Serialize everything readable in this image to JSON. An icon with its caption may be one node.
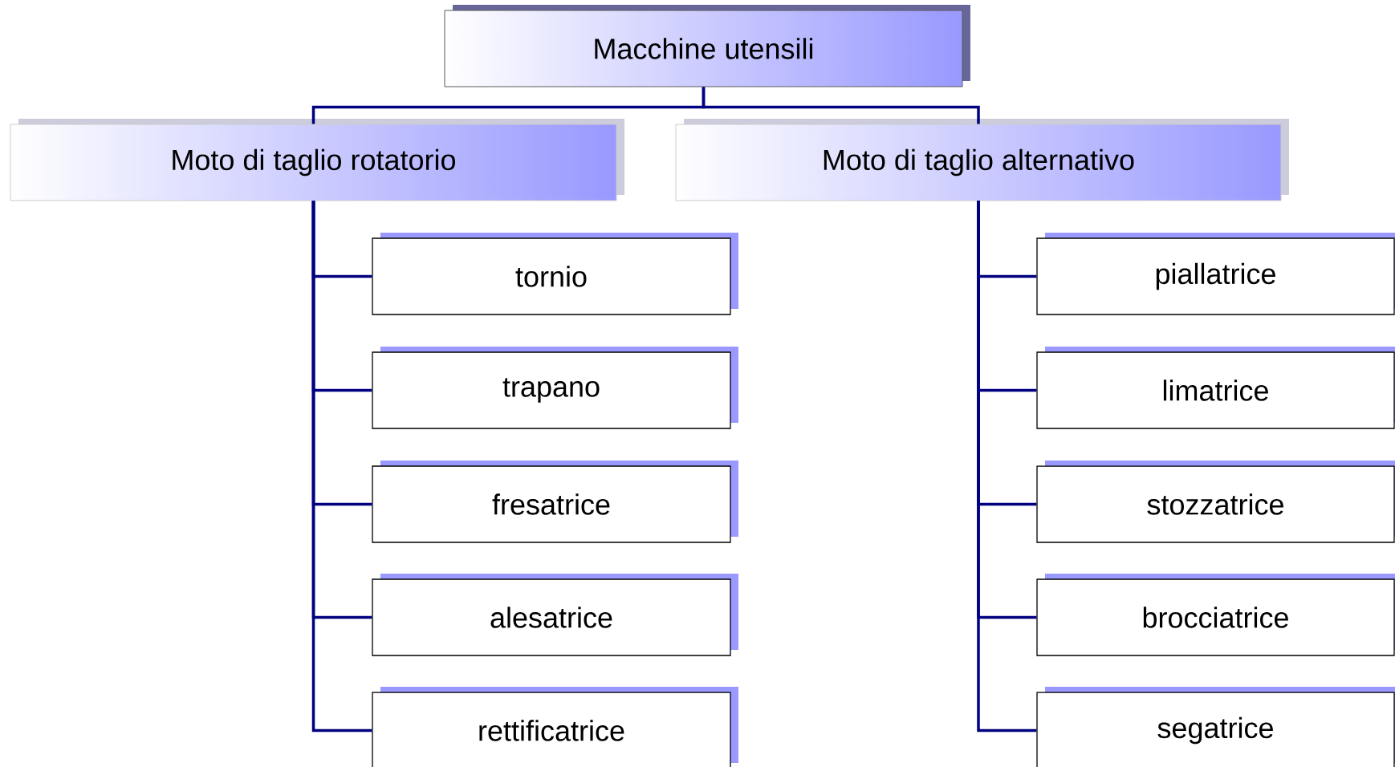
{
  "diagram": {
    "nodes": [
      {
        "text": [
          "Macchine utensili"
        ]
      },
      {
        "text": [
          "Moto di taglio rotatorio"
        ]
      },
      {
        "text": [
          "Moto di taglio alternativo"
        ]
      },
      {
        "text": [
          "tornio"
        ]
      },
      {
        "text": [
          "trapano"
        ]
      },
      {
        "text": [
          "fresatrice"
        ]
      },
      {
        "text": [
          "alesatrice"
        ]
      },
      {
        "text": [
          "rettificatrice"
        ]
      },
      {
        "text": [
          "piallatrice"
        ]
      },
      {
        "text": [
          "limatrice"
        ]
      },
      {
        "text": [
          "stozzatrice"
        ]
      },
      {
        "text": [
          "brocciatrice"
        ]
      },
      {
        "text": [
          "segatrice"
        ]
      }
    ],
    "edges": [
      {
        "from": 0,
        "to": 1,
        "arrow": "none"
      },
      {
        "from": 0,
        "to": 2,
        "arrow": "none"
      },
      {
        "from": 1,
        "to": 3,
        "arrow": "none"
      },
      {
        "from": 1,
        "to": 4,
        "arrow": "none"
      },
      {
        "from": 1,
        "to": 5,
        "arrow": "none"
      },
      {
        "from": 1,
        "to": 6,
        "arrow": "none"
      },
      {
        "from": 1,
        "to": 7,
        "arrow": "none"
      },
      {
        "from": 2,
        "to": 8,
        "arrow": "none"
      },
      {
        "from": 2,
        "to": 9,
        "arrow": "none"
      },
      {
        "from": 2,
        "to": 10,
        "arrow": "none"
      },
      {
        "from": 2,
        "to": 11,
        "arrow": "none"
      },
      {
        "from": 2,
        "to": 12,
        "arrow": "none"
      }
    ]
  }
}
